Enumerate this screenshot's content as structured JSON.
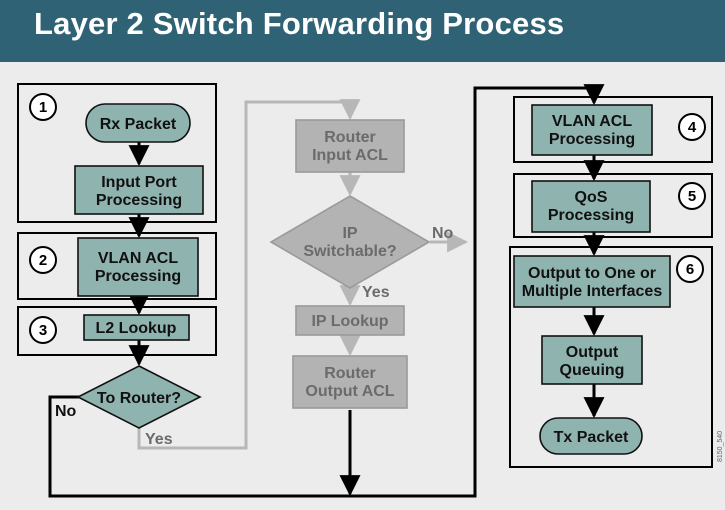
{
  "title": "Layer 2 Switch Forwarding Process",
  "steps": {
    "s1": "1",
    "s2": "2",
    "s3": "3",
    "s4": "4",
    "s5": "5",
    "s6": "6"
  },
  "nodes": {
    "rx_packet": "Rx Packet",
    "input_port_1": "Input Port",
    "input_port_2": "Processing",
    "vlan_acl_in_1": "VLAN ACL",
    "vlan_acl_in_2": "Processing",
    "l2_lookup": "L2 Lookup",
    "to_router": "To Router?",
    "router_input_acl_1": "Router",
    "router_input_acl_2": "Input ACL",
    "ip_switchable_1": "IP",
    "ip_switchable_2": "Switchable?",
    "ip_lookup": "IP Lookup",
    "router_output_acl_1": "Router",
    "router_output_acl_2": "Output ACL",
    "vlan_acl_out_1": "VLAN ACL",
    "vlan_acl_out_2": "Processing",
    "qos_1": "QoS",
    "qos_2": "Processing",
    "output_interfaces_1": "Output to One or",
    "output_interfaces_2": "Multiple Interfaces",
    "output_queuing_1": "Output",
    "output_queuing_2": "Queuing",
    "tx_packet": "Tx Packet"
  },
  "edge_labels": {
    "to_router_no": "No",
    "to_router_yes": "Yes",
    "switchable_no": "No",
    "switchable_yes": "Yes"
  },
  "side_code": "8150_540"
}
